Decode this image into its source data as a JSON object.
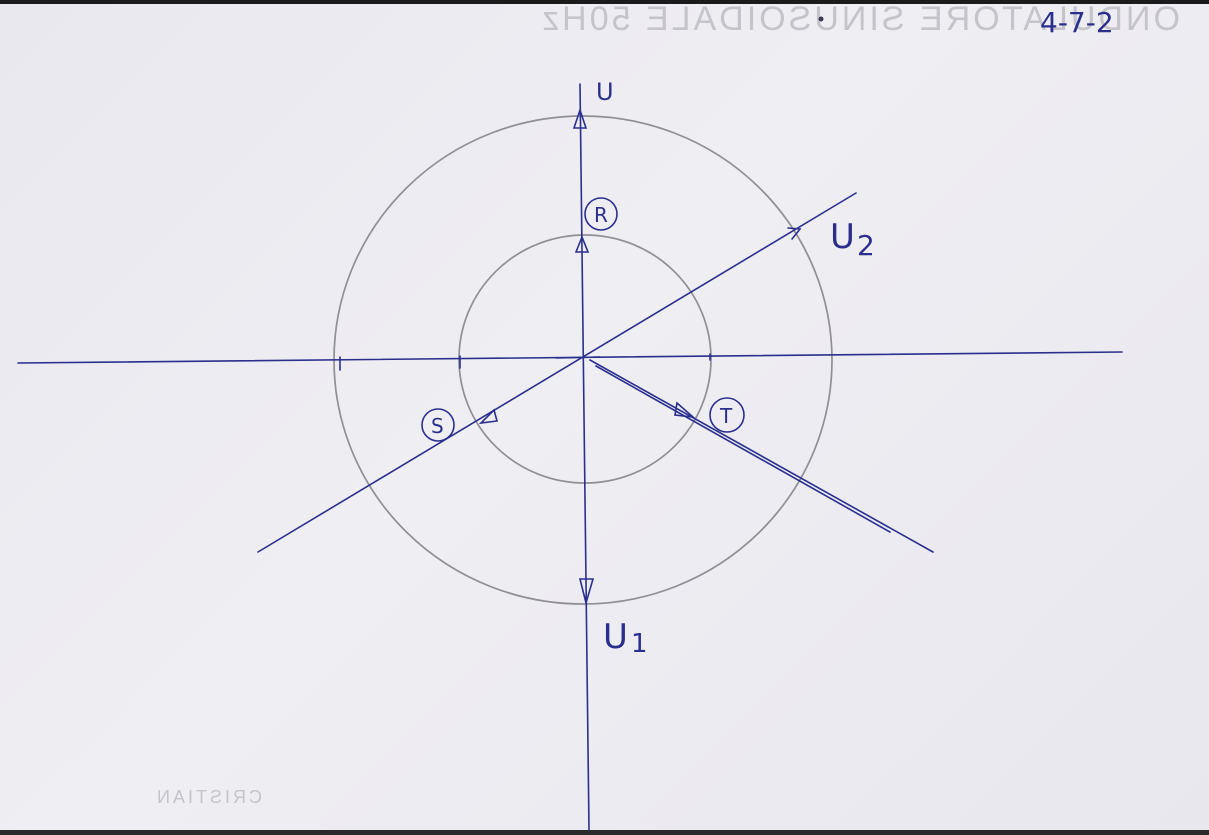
{
  "labels": {
    "u": "U",
    "u1": "U",
    "u1_sub": "1",
    "u2": "U",
    "u2_sub": "2",
    "r": "R",
    "s": "S",
    "t": "T",
    "page_ref": "4-7-2"
  },
  "show_through": {
    "top": "ONDULATORE SINUSOIDALE 50Hz",
    "bottom_left": "CRISTIAN"
  },
  "colors": {
    "ink": "#2a2f8e",
    "pencil": "#8f8f94",
    "paper": "#ebeaf0"
  }
}
